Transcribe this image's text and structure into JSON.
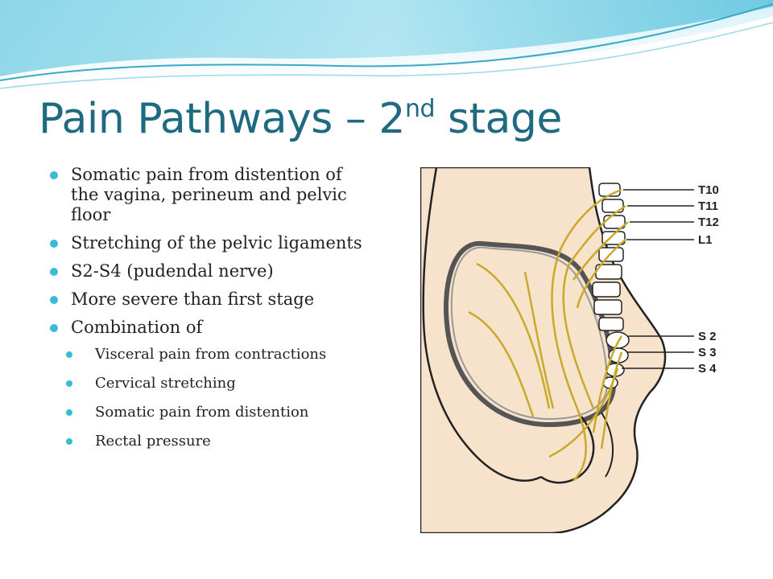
{
  "title": {
    "main": "Pain Pathways – 2",
    "sup": "nd",
    "rest": " stage"
  },
  "bullets": [
    "Somatic pain from distention of the vagina, perineum and pelvic floor",
    "Stretching of the pelvic ligaments",
    "S2-S4 (pudendal nerve)",
    "More severe than first stage",
    "Combination of"
  ],
  "sub_bullets": [
    "Visceral pain from contractions",
    "Cervical stretching",
    "Somatic pain from distention",
    "Rectal pressure"
  ],
  "figure_labels": {
    "t10": "T10",
    "t11": "T11",
    "t12": "T12",
    "l1": "L1",
    "s2": "S 2",
    "s3": "S 3",
    "s4": "S 4"
  },
  "colors": {
    "title": "#1e6a80",
    "bullet": "#3bbad6",
    "skin": "#f7e2cc",
    "nerve": "#c9a92a"
  }
}
